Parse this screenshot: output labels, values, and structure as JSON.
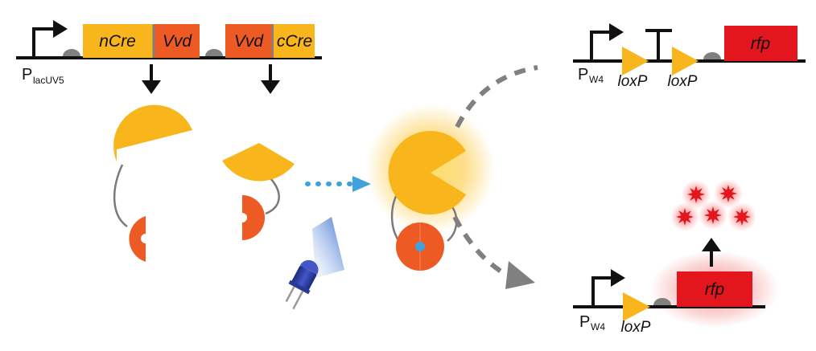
{
  "colors": {
    "cre_yellow": "#F9B51C",
    "vvd_orange": "#EE5A24",
    "rfp_red": "#E3161E",
    "light_blue": "#3FA2DB",
    "led_blue": "#2E3FA3",
    "grey": "#808080",
    "black": "#111111"
  },
  "construct_top_left": {
    "promoter_label": "P",
    "promoter_subscript": "lacUV5",
    "segments": [
      "nCre",
      "Vvd",
      "Vvd",
      "cCre"
    ]
  },
  "reporter_off": {
    "promoter_label": "P",
    "promoter_subscript": "W4",
    "lox_labels": [
      "loxP",
      "loxP"
    ],
    "gene": "rfp"
  },
  "reporter_on": {
    "promoter_label": "P",
    "promoter_subscript": "W4",
    "lox_labels": [
      "loxP"
    ],
    "gene": "rfp"
  },
  "icons": {
    "promoter": "promoter-arrow-icon",
    "terminator": "terminator-icon",
    "rbs": "rbs-icon",
    "lox_site": "loxp-triangle-icon",
    "led": "blue-led-icon",
    "fluorescence": "red-fluorescence-star-icon"
  }
}
